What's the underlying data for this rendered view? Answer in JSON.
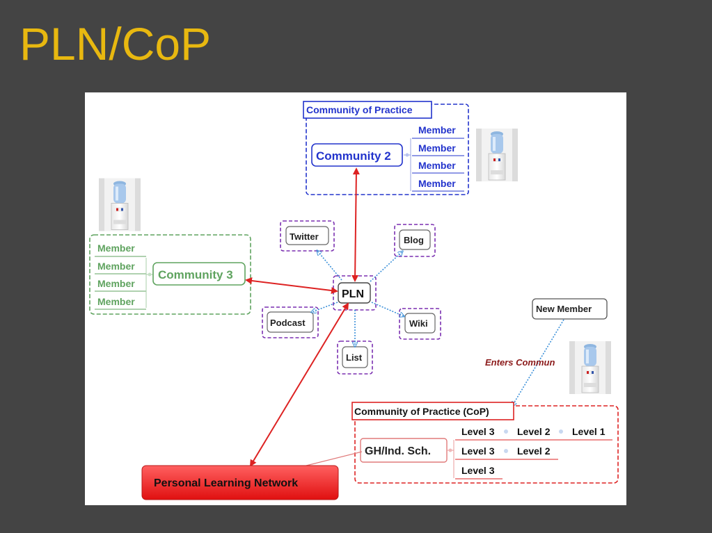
{
  "slide": {
    "title": "PLN/CoP"
  },
  "colors": {
    "blue": "#2233CC",
    "green": "#5FA35F",
    "red": "#DD2222",
    "purple": "#7A2FB0",
    "dotted": "#3A8FD8",
    "title": "#E8B810",
    "dark_red": "#8B1A1A"
  },
  "community2": {
    "header": "Community of Practice",
    "title": "Community 2",
    "members": [
      "Member",
      "Member",
      "Member",
      "Member"
    ]
  },
  "community3": {
    "title": "Community 3",
    "members": [
      "Member",
      "Member",
      "Member",
      "Member"
    ]
  },
  "pln": {
    "center": "PLN",
    "tools": [
      "Twitter",
      "Blog",
      "Podcast",
      "Wiki",
      "List"
    ]
  },
  "new_member": {
    "label": "New Member",
    "action": "Enters Commun"
  },
  "cop": {
    "header": "Community of Practice (CoP)",
    "school": "GH/Ind. Sch.",
    "rows": [
      [
        "Level 3",
        "Level 2",
        "Level 1"
      ],
      [
        "Level 3",
        "Level 2"
      ],
      [
        "Level 3"
      ]
    ]
  },
  "network": {
    "label": "Personal Learning Network"
  },
  "icons": [
    "water-cooler-icon",
    "water-cooler-icon",
    "water-cooler-icon"
  ]
}
